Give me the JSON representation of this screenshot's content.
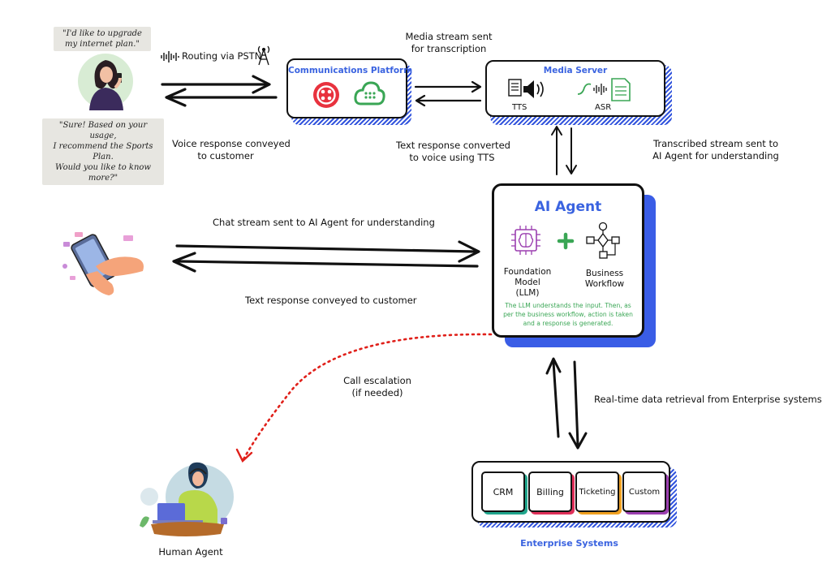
{
  "customer_top": {
    "quote_in": "\"I'd like to upgrade\nmy internet plan.\"",
    "quote_out": "\"Sure! Based on your usage,\nI recommend the Sports Plan.\nWould you like to know more?\""
  },
  "labels": {
    "routing": "Routing via PSTN",
    "voice_response_1": "Voice response conveyed",
    "voice_response_2": "to customer",
    "media_stream_1": "Media stream sent",
    "media_stream_2": "for transcription",
    "text_to_voice_1": "Text response converted",
    "text_to_voice_2": "to voice using TTS",
    "transcribed_1": "Transcribed stream sent to",
    "transcribed_2": "AI Agent for understanding",
    "chat_stream": "Chat stream sent to AI Agent for understanding",
    "text_response": "Text response conveyed to customer",
    "escalation_1": "Call escalation",
    "escalation_2": "(if needed)",
    "realtime": "Real-time data retrieval from Enterprise systems",
    "human_agent": "Human Agent"
  },
  "comm_platform": {
    "title": "Communications Platform"
  },
  "media_server": {
    "title": "Media Server",
    "tts": "TTS",
    "asr": "ASR"
  },
  "ai_agent": {
    "title": "AI Agent",
    "llm_1": "Foundation",
    "llm_2": "Model",
    "llm_3": "(LLM)",
    "workflow_1": "Business",
    "workflow_2": "Workflow",
    "note_1": "The LLM understands the input. Then, as",
    "note_2": "per the business workflow, action is taken",
    "note_3": "and a response is generated."
  },
  "enterprise": {
    "title": "Enterprise Systems",
    "systems": [
      "CRM",
      "Billing",
      "Ticketing",
      "Custom"
    ]
  },
  "colors": {
    "accent_blue": "#3a63e0",
    "twilio_red": "#e8323e",
    "green": "#3aa655",
    "purple": "#9b3fb0",
    "escalation_red": "#e0201a"
  }
}
